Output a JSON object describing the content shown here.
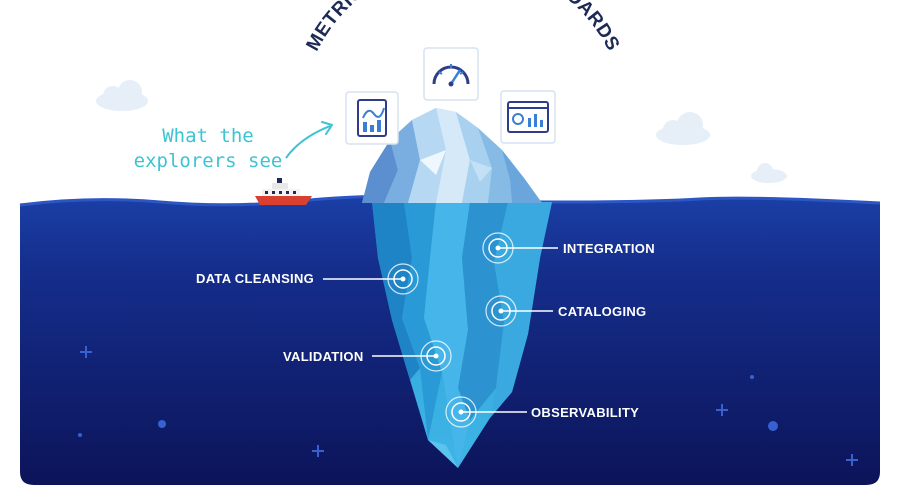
{
  "title": "METRICS, REPORTS & DASHBOARDS",
  "callout": {
    "line1": "What the",
    "line2": "explorers see"
  },
  "icons": [
    "report-chart-icon",
    "gauge-icon",
    "dashboard-icon"
  ],
  "labels": {
    "data_cleansing": "DATA CLEANSING",
    "integration": "INTEGRATION",
    "cataloging": "CATALOGING",
    "validation": "VALIDATION",
    "observability": "OBSERVABILITY"
  },
  "colors": {
    "title": "#1d2a55",
    "callout": "#3cc4d3",
    "sea_top": "#1a3fa6",
    "sea_bottom": "#0c1459",
    "ice_light": "#c7e2f6",
    "ice_deep": "#2fa3da",
    "icon_stroke": "#2d3d8a",
    "label": "#ffffff"
  }
}
